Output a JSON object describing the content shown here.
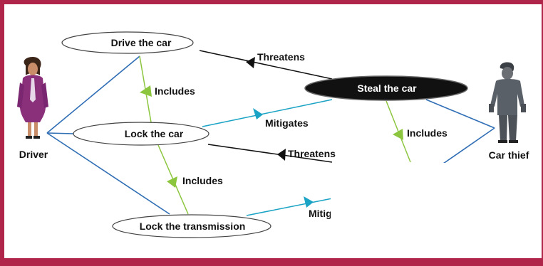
{
  "actors": {
    "driver": {
      "label": "Driver"
    },
    "thief": {
      "label": "Car thief"
    }
  },
  "use_cases": {
    "drive": "Drive the car",
    "lock": "Lock the car",
    "lock_trans": "Lock the transmission",
    "steal": "Steal the car"
  },
  "relations": {
    "includes": "Includes",
    "threatens": "Threatens",
    "mitigates": "Mitigates"
  },
  "colors": {
    "frame": "#b0264a",
    "association": "#2f6db5",
    "includes": "#8cc63f",
    "mitigates": "#1aa3c4",
    "threatens": "#111111",
    "misuse_fill": "#111111"
  }
}
